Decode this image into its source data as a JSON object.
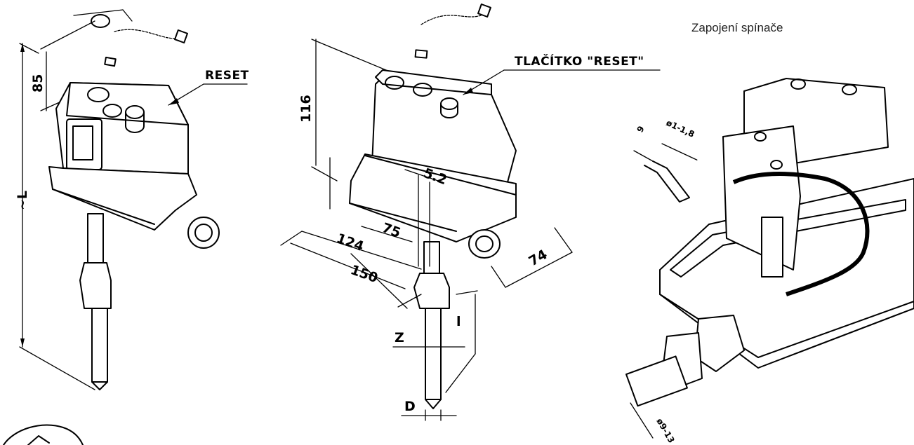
{
  "caption": "Zapojení spínače",
  "left_view": {
    "dim_height": "85",
    "dim_length": "~L",
    "reset_label": "RESET"
  },
  "middle_view": {
    "reset_label": "TLAČÍTKO \"RESET\"",
    "dim_height": "116",
    "dim_hole": "5.2",
    "dim_inner_width": "75",
    "dim_width": "124",
    "dim_total_width": "150",
    "dim_depth": "74",
    "dim_z": "Z",
    "dim_l": "l",
    "dim_d": "D"
  },
  "right_view": {
    "dim_wire_strip": "9",
    "dim_wire_diameter": "ø1-1,8",
    "dim_cable": "ø9-13"
  }
}
